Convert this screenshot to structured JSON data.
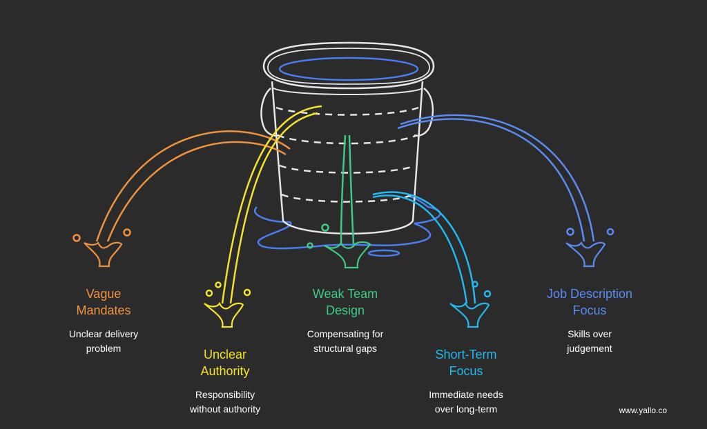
{
  "items": [
    {
      "title_line1": "Vague",
      "title_line2": "Mandates",
      "desc_line1": "Unclear delivery",
      "desc_line2": "problem",
      "color": "#f0923e"
    },
    {
      "title_line1": "Unclear",
      "title_line2": "Authority",
      "desc_line1": "Responsibility",
      "desc_line2": "without authority",
      "color": "#f4e22c"
    },
    {
      "title_line1": "Weak Team",
      "title_line2": "Design",
      "desc_line1": "Compensating for",
      "desc_line2": "structural gaps",
      "color": "#3ecb86"
    },
    {
      "title_line1": "Short-Term",
      "title_line2": "Focus",
      "desc_line1": "Immediate needs",
      "desc_line2": "over long-term",
      "color": "#23b8f0"
    },
    {
      "title_line1": "Job Description",
      "title_line2": "Focus",
      "desc_line1": "Skills over",
      "desc_line2": "judgement",
      "color": "#5a8cf2"
    }
  ],
  "watermark": "www.yallo.co",
  "colors": {
    "background": "#2b2b2b",
    "bucket_outline": "#e6e6e6",
    "puddle": "#4a7ef0"
  }
}
